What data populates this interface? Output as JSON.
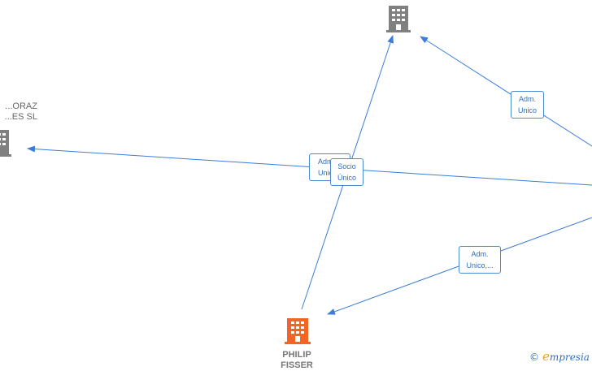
{
  "nodes": {
    "top_company": {
      "label": ""
    },
    "left_company": {
      "label": "...ORAZ\n...ES SL"
    },
    "person": {
      "label": "PHILIP\nFISSER"
    }
  },
  "edges": {
    "adm_unico_top": {
      "label": "Adm.\nUnico"
    },
    "adm_left": {
      "label": "Adm.\nUnico"
    },
    "socio_unico": {
      "label": "Socio\nÚnico"
    },
    "adm_unico_person": {
      "label": "Adm.\nUnico,..."
    }
  },
  "watermark": {
    "copyright": "©",
    "brand_initial": "e",
    "brand_rest": "mpresia"
  },
  "colors": {
    "edge": "#3b7dd8",
    "company_icon": "#808080",
    "person_icon": "#f26522"
  }
}
